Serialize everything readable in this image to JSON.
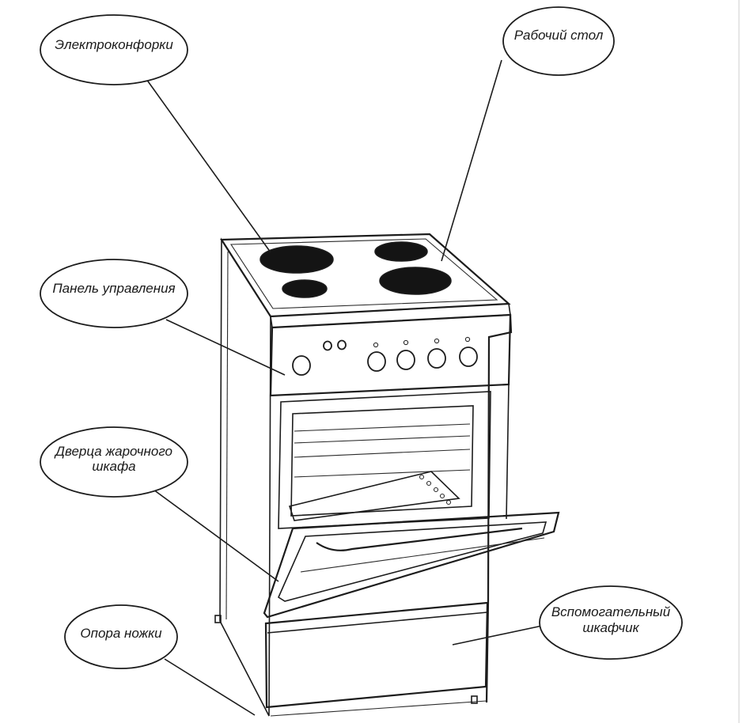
{
  "labels": {
    "burners": "Электроконфорки",
    "worktop": "Рабочий стол",
    "control_panel": "Панель управления",
    "oven_door_line1": "Дверца жарочного",
    "oven_door_line2": "шкафа",
    "foot_support": "Опора ножки",
    "aux_cabinet_line1": "Вспомогательный",
    "aux_cabinet_line2": "шкафчик"
  },
  "colors": {
    "ink": "#1c1c1c",
    "paper": "#ffffff",
    "burner": "#141414"
  }
}
